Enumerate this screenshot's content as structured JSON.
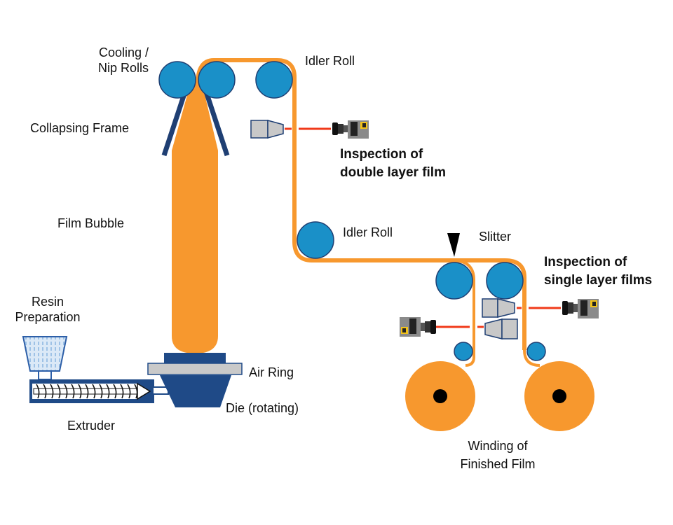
{
  "diagram": {
    "title": "Blown Film Extrusion Line with Inspection",
    "colors": {
      "film": "#f7982e",
      "roll": "#1a90c8",
      "roll_outline": "#1f3f73",
      "frame": "#1f3f73",
      "die": "#1f4a87",
      "air_ring": "#c9c9c9",
      "laser": "#f03a1a",
      "light_source": "#c8c8c8",
      "camera_body": "#8a8a8a",
      "camera_badge": "#f2c21a",
      "hopper": "#b8d4ee",
      "core": "#000000"
    },
    "labels": {
      "cooling_nip_line1": "Cooling /",
      "cooling_nip_line2": "Nip Rolls",
      "collapsing_frame": "Collapsing Frame",
      "film_bubble": "Film Bubble",
      "resin_line1": "Resin",
      "resin_line2": "Preparation",
      "extruder": "Extruder",
      "air_ring": "Air Ring",
      "die": "Die (rotating)",
      "idler_roll_top": "Idler Roll",
      "idler_roll_mid": "Idler Roll",
      "slitter": "Slitter",
      "inspect_double_line1": "Inspection of",
      "inspect_double_line2": "double layer film",
      "inspect_single_line1": "Inspection of",
      "inspect_single_line2": "single layer films",
      "winding_line1": "Winding of",
      "winding_line2": "Finished Film"
    },
    "components": [
      {
        "name": "hopper",
        "icon": "hopper-icon"
      },
      {
        "name": "extruder-screw",
        "icon": "screw-icon"
      },
      {
        "name": "die",
        "icon": "die-icon"
      },
      {
        "name": "air-ring",
        "icon": "air-ring-icon"
      },
      {
        "name": "film-bubble",
        "icon": "bubble-icon"
      },
      {
        "name": "collapsing-frame",
        "icon": "frame-icon"
      },
      {
        "name": "nip-rolls",
        "icon": "roll-icon"
      },
      {
        "name": "idler-rolls",
        "icon": "roll-icon"
      },
      {
        "name": "slitter",
        "icon": "blade-icon"
      },
      {
        "name": "light-sources",
        "icon": "light-source-icon"
      },
      {
        "name": "cameras",
        "icon": "camera-icon"
      },
      {
        "name": "winding-rolls",
        "icon": "winder-icon"
      }
    ]
  }
}
